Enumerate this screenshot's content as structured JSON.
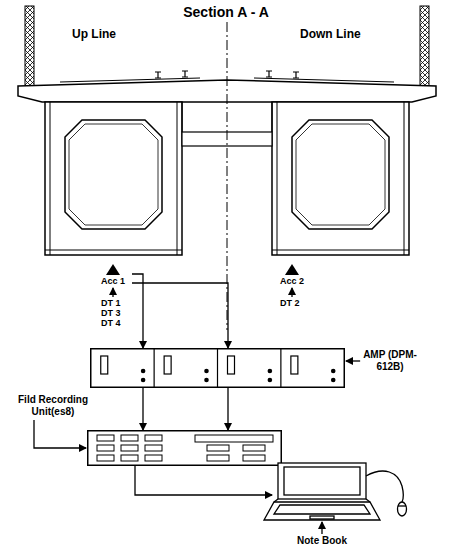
{
  "diagram": {
    "title": "Section A - A",
    "nodes": [
      {
        "text": [
          "Acc 1"
        ]
      },
      {
        "text": [
          "Acc 2"
        ]
      },
      {
        "text": [
          "AMP (DPM-612B)"
        ]
      },
      {
        "text": [
          "Fild Recording Unit(es8)"
        ]
      },
      {
        "text": [
          "Note Book"
        ]
      }
    ],
    "edges": [
      {
        "from": 0,
        "to": 2,
        "arrow": "to"
      },
      {
        "from": 0,
        "to": 2,
        "arrow": "to"
      },
      {
        "from": 2,
        "to": 3,
        "arrow": "to"
      },
      {
        "from": 2,
        "to": 3,
        "arrow": "to"
      },
      {
        "from": 3,
        "to": 4,
        "arrow": "to"
      }
    ],
    "labels": [
      "Up Line",
      "Down Line",
      "DT 1",
      "DT 3",
      "DT 4",
      "DT 2"
    ]
  }
}
